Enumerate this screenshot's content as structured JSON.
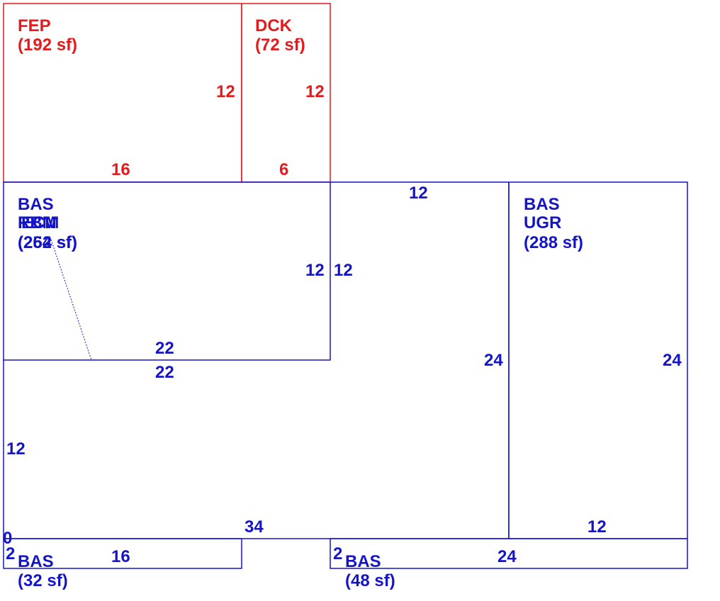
{
  "colors": {
    "red": "#e41a1c",
    "blue": "#1414c8"
  },
  "areas": {
    "fep": {
      "code": "FEP",
      "area": "(192 sf)"
    },
    "dck": {
      "code": "DCK",
      "area": "(72 sf)"
    },
    "bas_main": {
      "code": "BAS",
      "subcode": "RBM",
      "subcode_overlap": "ECM",
      "area": "(264 sf)",
      "area_overlap": "(252 sf)"
    },
    "bas_ugr": {
      "code": "BAS",
      "subcode": "UGR",
      "area": "(288 sf)"
    },
    "bas_small_left": {
      "code": "BAS",
      "area": "(32 sf)"
    },
    "bas_small_right": {
      "code": "BAS",
      "area": "(48 sf)"
    }
  },
  "dimensions": {
    "fep_side": "12",
    "fep_bottom": "16",
    "dck_side": "12",
    "dck_bottom": "6",
    "main_top_right": "12",
    "main_inner_left": "12",
    "main_inner_right": "12",
    "main_mid_upper": "22",
    "main_mid_lower": "22",
    "main_left": "12",
    "main_right": "24",
    "main_bottom": "34",
    "ugr_right": "24",
    "ugr_bottom": "12",
    "zero_mark": "0",
    "small_left_side": "2",
    "small_left_bottom": "16",
    "small_right_side": "2",
    "small_right_bottom": "24"
  }
}
